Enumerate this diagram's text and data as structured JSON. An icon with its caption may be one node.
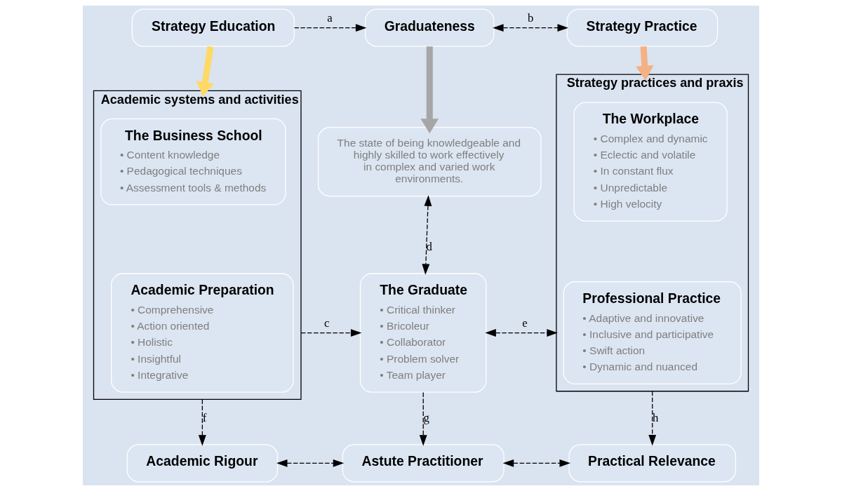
{
  "diagram": {
    "nodes": [
      {
        "text": [
          "Strategy Education"
        ]
      },
      {
        "text": [
          "Graduateness"
        ]
      },
      {
        "text": [
          "Strategy Practice"
        ]
      },
      {
        "text": [
          "Academic systems and activities"
        ]
      },
      {
        "text": [
          "The Business School",
          "• Content knowledge",
          "• Pedagogical techniques",
          "• Assessment tools & methods"
        ],
        "in": 3
      },
      {
        "text": [
          "Academic Preparation",
          "• Comprehensive",
          "• Action oriented",
          "• Holistic",
          "• Insightful",
          "• Integrative"
        ],
        "in": 3
      },
      {
        "text": [
          "The state of being knowledgeable and highly skilled to work effectively in complex and varied work environments."
        ]
      },
      {
        "text": [
          "The Graduate",
          "• Critical thinker",
          "• Bricoleur",
          "• Collaborator",
          "• Problem solver",
          "• Team player"
        ]
      },
      {
        "text": [
          "Strategy practices and praxis"
        ]
      },
      {
        "text": [
          "The Workplace",
          "• Complex and dynamic",
          "• Eclectic and volatile",
          "• In constant flux",
          "• Unpredictable",
          "• High velocity"
        ],
        "in": 8
      },
      {
        "text": [
          "Professional Practice",
          "• Adaptive and innovative",
          "• Inclusive and participative",
          "• Swift action",
          "• Dynamic and nuanced"
        ],
        "in": 8
      },
      {
        "text": [
          "Academic Rigour"
        ]
      },
      {
        "text": [
          "Astute Practitioner"
        ]
      },
      {
        "text": [
          "Practical Relevance"
        ]
      }
    ],
    "edges": [
      {
        "from": 0,
        "to": 1,
        "arrow": "to",
        "label": "a",
        "style": "dashed"
      },
      {
        "from": 1,
        "to": 2,
        "arrow": "both",
        "label": "b",
        "style": "dashed"
      },
      {
        "from": 0,
        "to": 3,
        "arrow": "to",
        "style": "thick",
        "color": "#ffd966"
      },
      {
        "from": 1,
        "to": 6,
        "arrow": "to",
        "style": "thick",
        "color": "#a6a6a6"
      },
      {
        "from": 2,
        "to": 8,
        "arrow": "to",
        "style": "thick",
        "color": "#f4b183"
      },
      {
        "from": 3,
        "to": 7,
        "arrow": "to",
        "label": "c",
        "style": "dashed"
      },
      {
        "from": 6,
        "to": 7,
        "arrow": "both",
        "label": "d",
        "style": "dashed"
      },
      {
        "from": 7,
        "to": 8,
        "arrow": "both",
        "label": "e",
        "style": "dashed"
      },
      {
        "from": 3,
        "to": 11,
        "arrow": "to",
        "label": "f",
        "style": "dashed"
      },
      {
        "from": 7,
        "to": 12,
        "arrow": "to",
        "label": "g",
        "style": "dashed"
      },
      {
        "from": 8,
        "to": 13,
        "arrow": "to",
        "label": "h",
        "style": "dashed"
      },
      {
        "from": 11,
        "to": 12,
        "arrow": "both",
        "style": "dashed"
      },
      {
        "from": 12,
        "to": 13,
        "arrow": "both",
        "style": "dashed"
      }
    ]
  }
}
